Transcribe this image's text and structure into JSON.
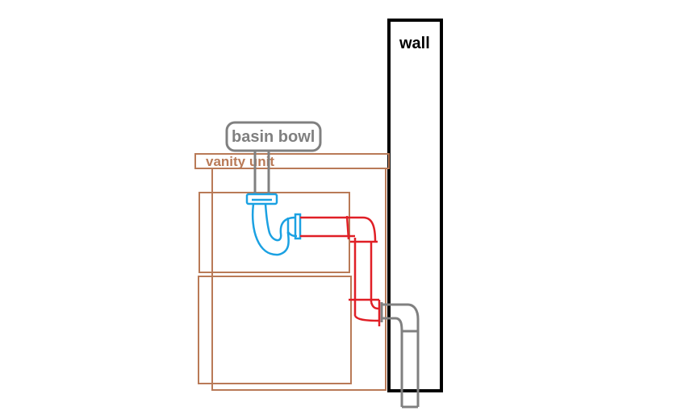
{
  "labels": {
    "wall": "wall",
    "basin_bowl": "basin bowl",
    "vanity_unit": "vanity unit"
  },
  "colors": {
    "wall": "#000000",
    "basin": "#808080",
    "vanity": "#b97a57",
    "trap": "#1ba1e2",
    "pipe": "#e01f26",
    "waste": "#808080"
  }
}
